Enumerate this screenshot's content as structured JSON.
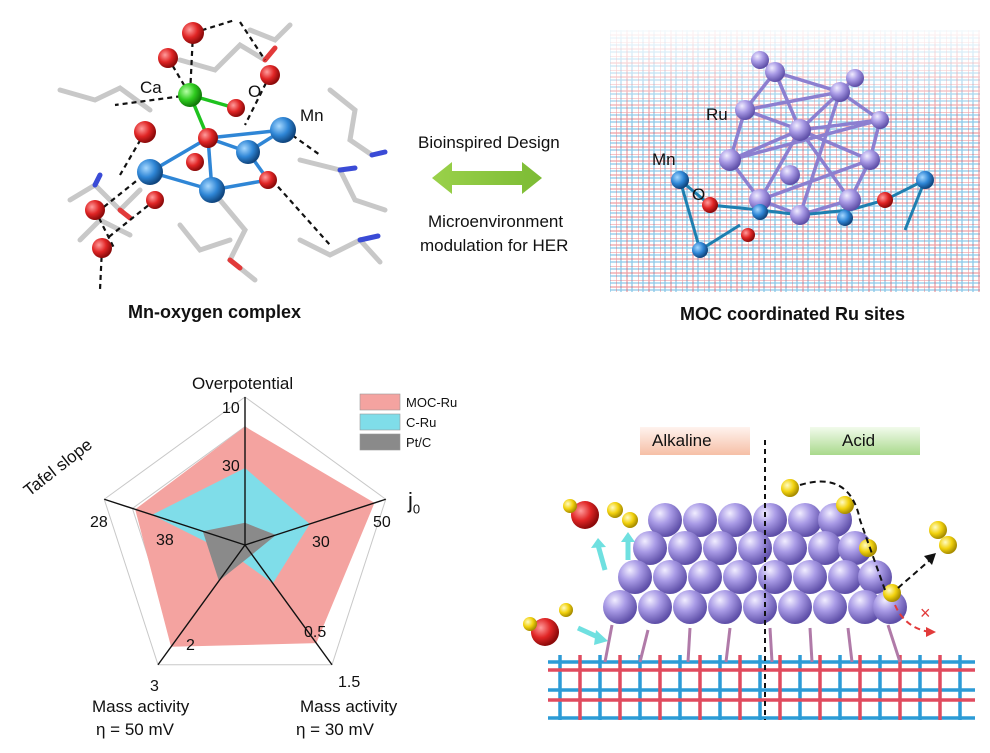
{
  "top_left": {
    "caption": "Mn-oxygen complex",
    "labels": {
      "ca": "Ca",
      "o": "O",
      "mn": "Mn"
    }
  },
  "middle": {
    "design": "Bioinspired Design",
    "modulation_line1": "Microenvironment",
    "modulation_line2": "modulation for HER",
    "arrow_color": "#8cc63f"
  },
  "top_right": {
    "caption": "MOC coordinated Ru sites",
    "labels": {
      "ru": "Ru",
      "mn": "Mn",
      "o": "O"
    }
  },
  "radar": {
    "axes": [
      {
        "label": "Overpotential",
        "ticks": [
          "10",
          "30"
        ]
      },
      {
        "label": "j",
        "subscript": "0",
        "ticks": [
          "50",
          "30"
        ]
      },
      {
        "label_line1": "Mass activity",
        "label_line2": "η = 30 mV",
        "ticks": [
          "1.5",
          "0.5"
        ]
      },
      {
        "label_line1": "Mass activity",
        "label_line2": "η = 50 mV",
        "ticks": [
          "3",
          "2"
        ]
      },
      {
        "label": "Tafel slope",
        "ticks": [
          "28",
          "38"
        ]
      }
    ],
    "legend": [
      {
        "name": "MOC-Ru",
        "color": "#f4a3a0"
      },
      {
        "name": "C-Ru",
        "color": "#7fdde9"
      },
      {
        "name": "Pt/C",
        "color": "#8a8a8a"
      }
    ]
  },
  "chart_data": {
    "type": "radar",
    "axes": [
      "Overpotential",
      "j0",
      "Mass activity η = 30 mV",
      "Mass activity η = 50 mV",
      "Tafel slope"
    ],
    "series": [
      {
        "name": "MOC-Ru",
        "values_normalized": [
          0.8,
          0.92,
          0.82,
          0.85,
          0.78
        ]
      },
      {
        "name": "C-Ru",
        "values_normalized": [
          0.52,
          0.46,
          0.32,
          0.1,
          0.66
        ]
      },
      {
        "name": "Pt/C",
        "values_normalized": [
          0.15,
          0.22,
          0.08,
          0.3,
          0.3
        ]
      }
    ]
  },
  "bottom_right": {
    "alkaline": "Alkaline",
    "acid": "Acid",
    "cross": "×",
    "alkaline_color": "#f6bfa6",
    "acid_color": "#a9d98c"
  }
}
